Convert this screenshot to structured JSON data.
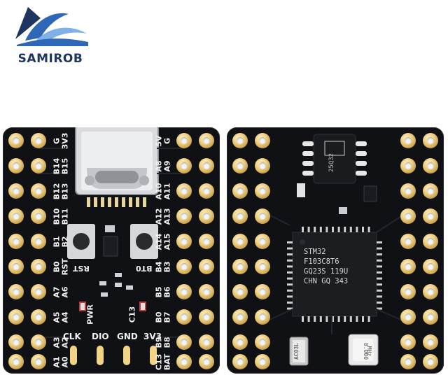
{
  "brand": {
    "name": "SAMIROB",
    "colors": {
      "navy": "#1e3562",
      "blue": "#2e66b8",
      "light_blue": "#7fb0e6"
    }
  },
  "board_front": {
    "left_labels": [
      [
        "G",
        "3V3"
      ],
      [
        "B14",
        "B15"
      ],
      [
        "B12",
        "B13"
      ],
      [
        "B10",
        "B11"
      ],
      [
        "B1",
        "B2"
      ],
      [
        "B0",
        "RST"
      ],
      [
        "A7",
        "A6"
      ],
      [
        "A5",
        "A4"
      ],
      [
        "A3",
        "A2"
      ],
      [
        "A1",
        "A0"
      ]
    ],
    "right_labels": [
      [
        "5V",
        "G"
      ],
      [
        "A8",
        "A9"
      ],
      [
        "A10",
        "A11"
      ],
      [
        "A12",
        "A13"
      ],
      [
        "A14",
        "A15"
      ],
      [
        "B4",
        "B3"
      ],
      [
        "B5",
        "B6"
      ],
      [
        "B0",
        "B7"
      ],
      [
        "B9",
        "B8"
      ],
      [
        "C13",
        "BAT"
      ]
    ],
    "button_labels": [
      "RST",
      "BT0"
    ],
    "led_labels": [
      "PWR",
      "C13"
    ],
    "debug_labels": [
      "CLK",
      "DIO",
      "GND",
      "3V3"
    ]
  },
  "board_back": {
    "mcu_text": [
      "STM32",
      "F103C8T6",
      "GQ23S 119U",
      "CHN GQ 343"
    ],
    "crystal_text": [
      "8.000",
      "MHz"
    ],
    "battery_text": "AC03L",
    "colors": {
      "pcb": "#101114",
      "pad_gold": "#f2d487"
    }
  }
}
